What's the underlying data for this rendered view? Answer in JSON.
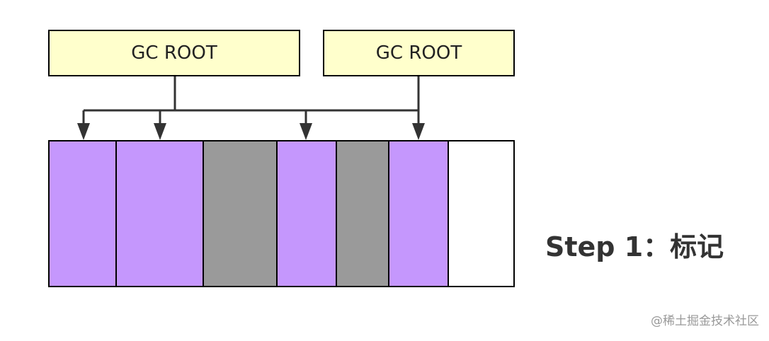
{
  "roots": [
    {
      "label": "GC ROOT"
    },
    {
      "label": "GC ROOT"
    }
  ],
  "heap": {
    "cells": [
      {
        "state": "live"
      },
      {
        "state": "live"
      },
      {
        "state": "dead"
      },
      {
        "state": "live"
      },
      {
        "state": "dead"
      },
      {
        "state": "live"
      },
      {
        "state": "free"
      }
    ]
  },
  "step": {
    "label": "Step 1：标记"
  },
  "watermark": "@稀土掘金技术社区",
  "colors": {
    "root_fill": "#ffffcc",
    "live_object": "#c597fd",
    "dead_object": "#9a9a9a",
    "free_space": "#ffffff"
  }
}
